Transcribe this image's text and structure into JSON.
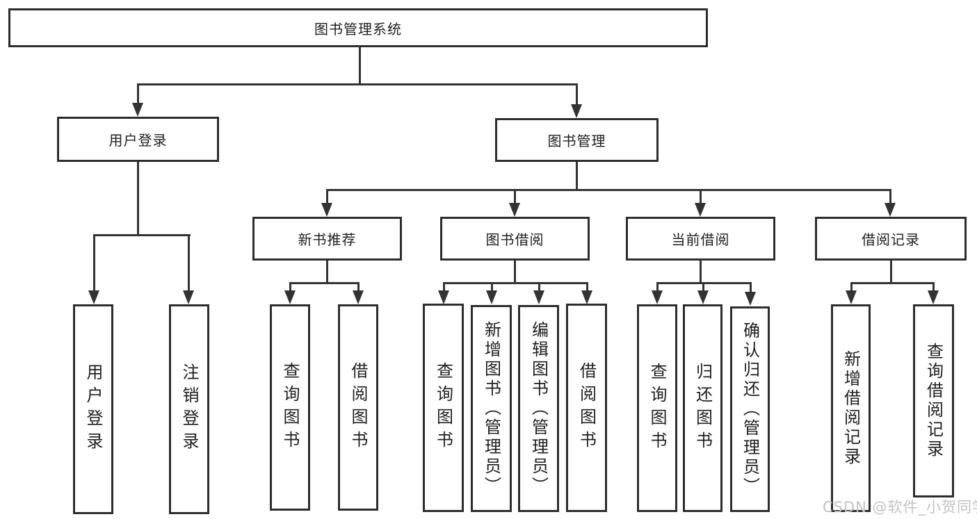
{
  "tree": {
    "root": {
      "label": "图书管理系统"
    },
    "branches": [
      {
        "label": "用户登录",
        "children": [
          {
            "label": "用户登录"
          },
          {
            "label": "注销登录"
          }
        ]
      },
      {
        "label": "图书管理",
        "sections": [
          {
            "label": "新书推荐",
            "children": [
              {
                "label": "查询图书"
              },
              {
                "label": "借阅图书"
              }
            ]
          },
          {
            "label": "图书借阅",
            "children": [
              {
                "label": "查询图书"
              },
              {
                "label": "新增图书（管理员）"
              },
              {
                "label": "编辑图书（管理员）"
              },
              {
                "label": "借阅图书"
              }
            ]
          },
          {
            "label": "当前借阅",
            "children": [
              {
                "label": "查询图书"
              },
              {
                "label": "归还图书"
              },
              {
                "label": "确认归还（管理员）"
              }
            ]
          },
          {
            "label": "借阅记录",
            "children": [
              {
                "label": "新增借阅记录"
              },
              {
                "label": "查询借阅记录"
              }
            ]
          }
        ]
      }
    ]
  },
  "watermark": {
    "text": "CSDN @软件_小贺同学"
  },
  "colors": {
    "line": "#333333",
    "border": "#2d2d2d",
    "text": "#1f1f1f",
    "watermark": "#c3c3c3",
    "background": "#ffffff"
  }
}
